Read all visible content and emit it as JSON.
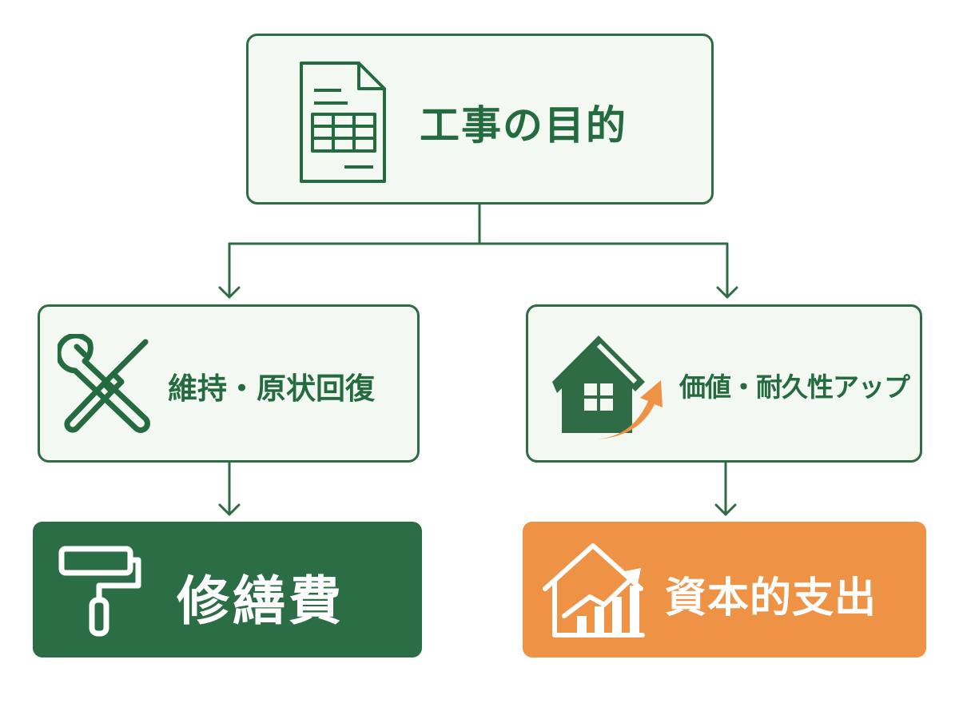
{
  "top": {
    "title": "工事の目的",
    "icon": "spreadsheet-document-icon"
  },
  "branches": {
    "left": {
      "label": "維持・原状回復",
      "icon": "wrench-screwdriver-icon"
    },
    "right": {
      "label": "価値・耐久性アップ",
      "icon": "house-upward-arrow-icon"
    }
  },
  "results": {
    "left": {
      "label": "修繕費",
      "icon": "paint-roller-icon"
    },
    "right": {
      "label": "資本的支出",
      "icon": "house-growth-chart-icon"
    }
  },
  "colors": {
    "green": "#2b6d45",
    "border": "#2f6b45",
    "light_fill": "#f3f8f2",
    "orange": "#ee9245",
    "text_green": "#256b40"
  }
}
